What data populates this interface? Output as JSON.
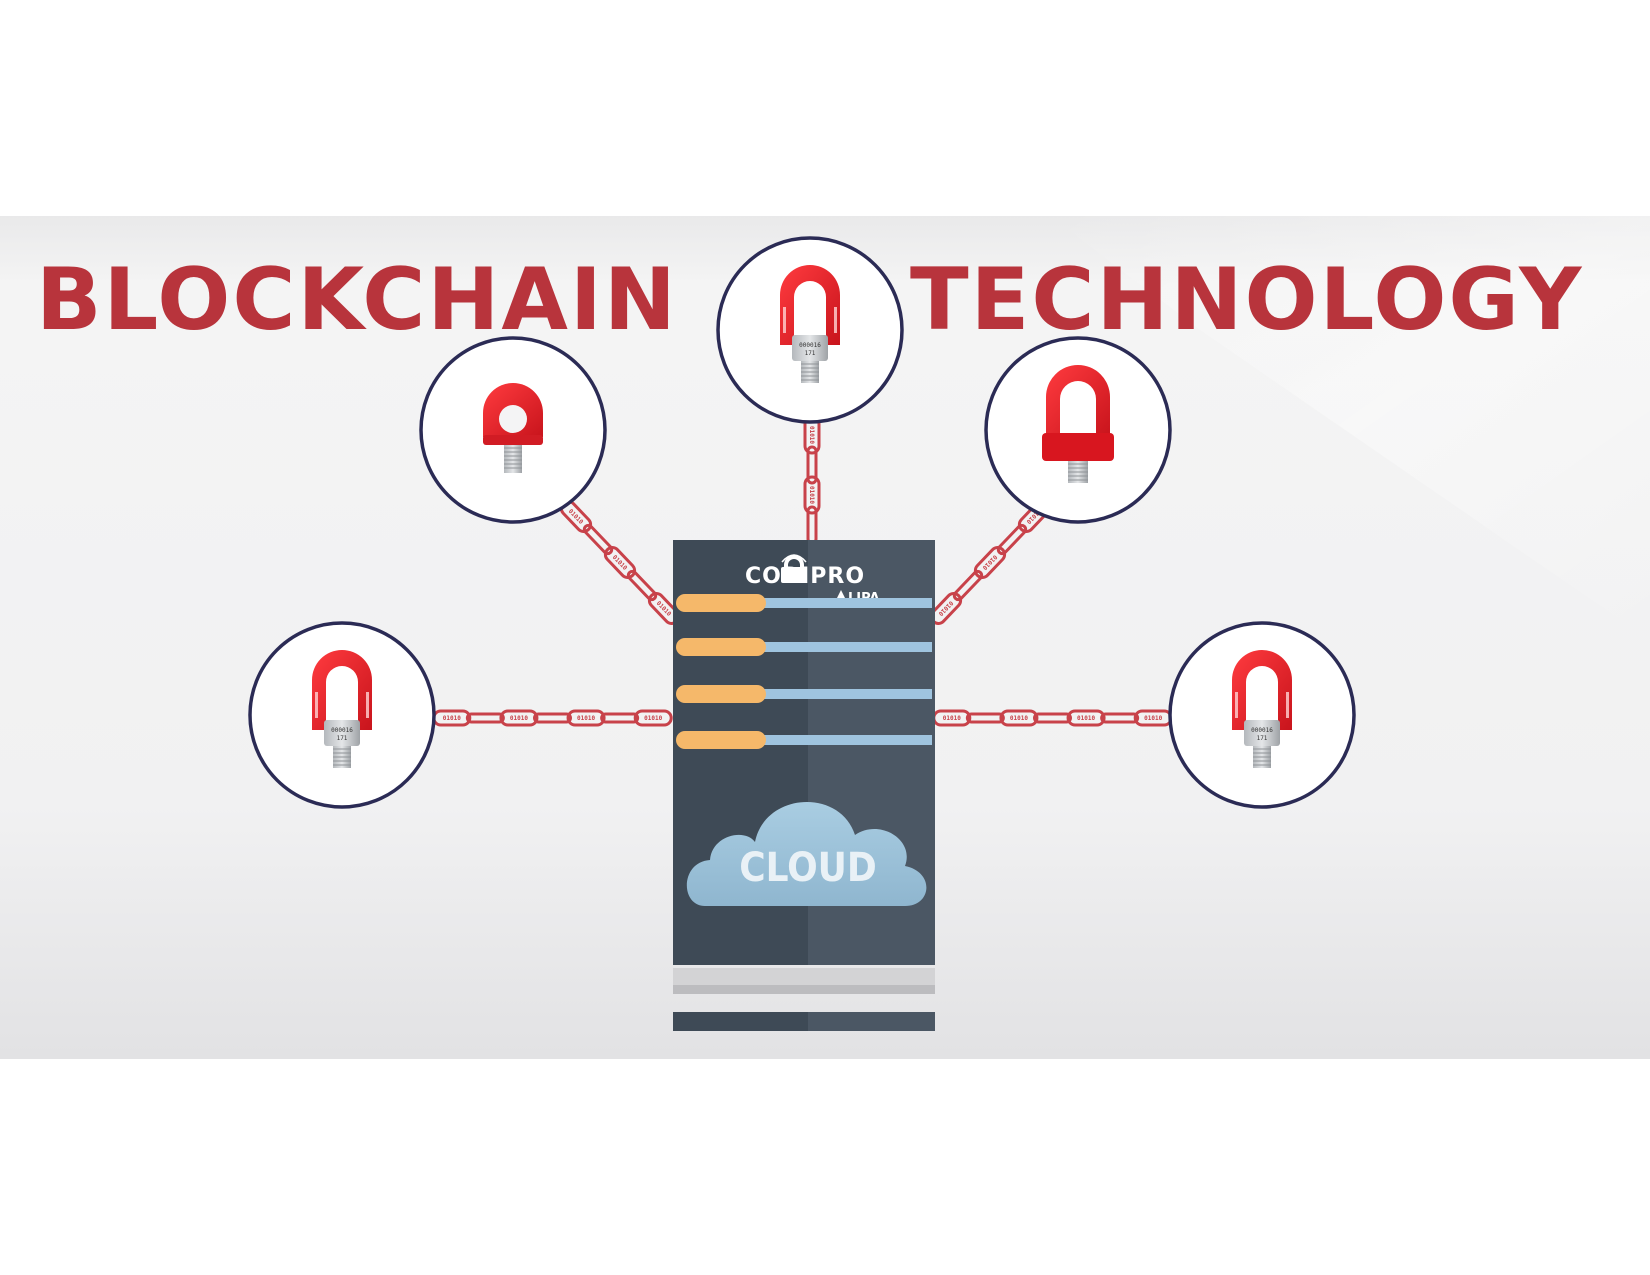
{
  "title": {
    "left_word": "BLOCKCHAIN",
    "right_word": "TECHNOLOGY"
  },
  "server": {
    "brand": "CODIPRO",
    "sub_brand": "LIPA",
    "cloud_label": "CLOUD"
  },
  "chain_binary": "01010",
  "devices": [
    {
      "id": "top-center",
      "kind": "swivel-hoist-ring",
      "tag": "000016",
      "tag2": "171"
    },
    {
      "id": "upper-left",
      "kind": "lifting-eye",
      "tag": "",
      "tag2": ""
    },
    {
      "id": "upper-right",
      "kind": "swivel-hoist-ring-block",
      "tag": "",
      "tag2": ""
    },
    {
      "id": "lower-left",
      "kind": "swivel-hoist-ring",
      "tag": "000016",
      "tag2": "171"
    },
    {
      "id": "lower-right",
      "kind": "swivel-hoist-ring",
      "tag": "000016",
      "tag2": "171"
    }
  ],
  "colors": {
    "title_red": "#b8343c",
    "device_red": "#e3222b",
    "circle_border": "#2b2b55",
    "server_dark": "#3e4a56",
    "server_right": "#4a5663",
    "slot_orange": "#f5b86a",
    "slot_blue": "#9fc4df",
    "cloud_fill": "#9cc3da",
    "chain_red": "#c8424a"
  }
}
